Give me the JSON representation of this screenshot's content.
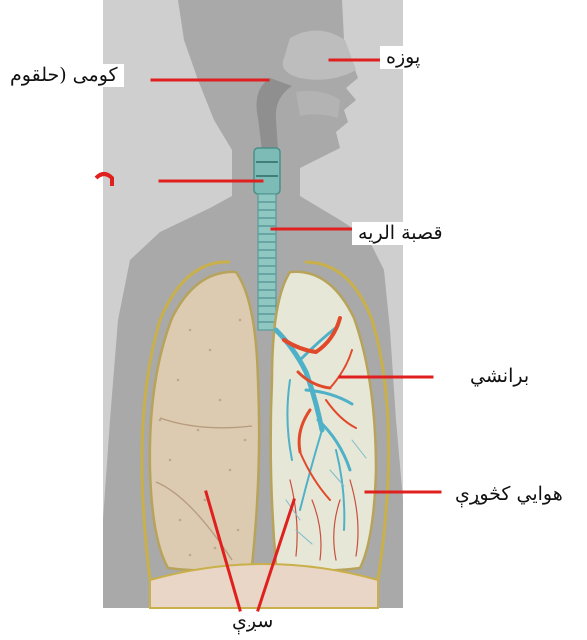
{
  "figure": {
    "labels": {
      "nose": "پوزه",
      "throat": "کومی (حلقوم",
      "larynx_partial": "ح",
      "trachea": "قصبة الريه",
      "bronchi": "برانشي",
      "alveoli": "هوايي کڅوړې",
      "lungs": "سږې"
    },
    "colors": {
      "background": "#ffffff",
      "body_silhouette": "#a9a9a9",
      "nasal_cavity": "#b9b9b9",
      "trachea": "#8fc7c3",
      "lung_left_fill": "#dccab1",
      "lung_right_fill": "#e7e7d7",
      "lung_outline": "#c9b04a",
      "diaphragm": "#e9d6c6",
      "bronchi_red": "#e04a2a",
      "bronchi_blue": "#4fb1c8",
      "leader_line": "#e0201e",
      "black_line": "#222222"
    }
  }
}
